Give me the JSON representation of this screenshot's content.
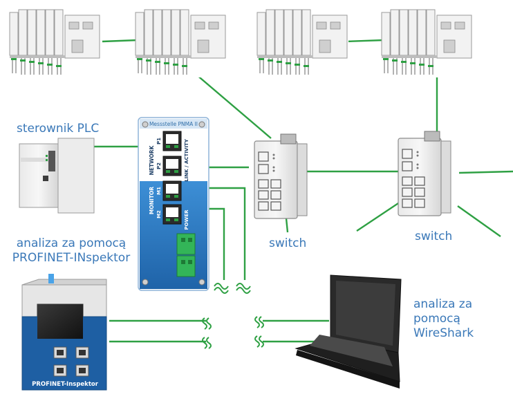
{
  "labels": {
    "plc": "sterownik PLC",
    "switch_left": "switch",
    "switch_right": "switch",
    "inspector_line1": "analiza za pomocą",
    "inspector_line2": "PROFINET-INspektor",
    "wireshark_line1": "analiza za",
    "wireshark_line2": "pomocą",
    "wireshark_line3": "WireShark"
  },
  "tap_device": {
    "header": "Messstelle PNMA II",
    "network": "NETWORK",
    "monitor": "MONITOR",
    "p1": "P1",
    "p2": "P2",
    "m1": "M1",
    "m2": "M2",
    "link_activity": "LINK / ACTIVITY",
    "power": "POWER"
  },
  "inspector_device": {
    "name": "PROFINET-Inspektor"
  },
  "colors": {
    "link": "#2ea043",
    "label": "#3a78b8",
    "tap_blue": "#2f7fc4"
  }
}
